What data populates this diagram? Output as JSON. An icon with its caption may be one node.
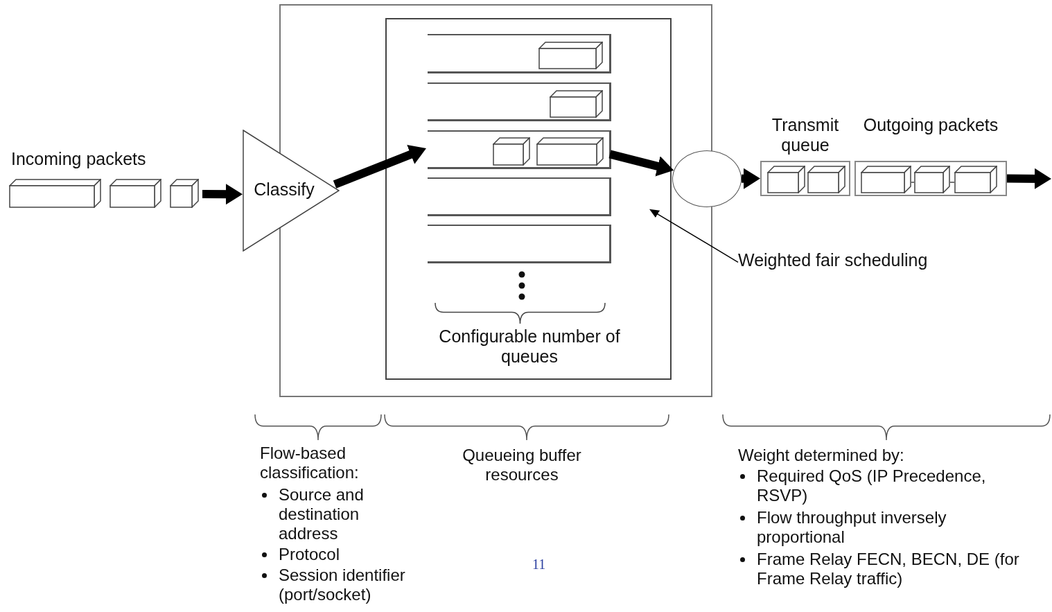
{
  "diagram": {
    "nodes": [
      {
        "text": [],
        "shape": "box"
      },
      {
        "text": [
          "Configurable number of queues"
        ],
        "in": 0
      },
      {
        "text": [
          "Incoming packets"
        ]
      },
      {
        "text": [
          "Classify"
        ]
      },
      {
        "text": [],
        "shape": "box",
        "in": 1
      },
      {
        "text": [],
        "shape": "box",
        "in": 1
      },
      {
        "text": [],
        "shape": "box",
        "in": 1
      },
      {
        "text": [],
        "shape": "box",
        "in": 1
      },
      {
        "text": [],
        "shape": "box",
        "in": 1
      },
      {
        "text": [],
        "shape": "circle"
      },
      {
        "text": [
          "Transmit queue"
        ]
      },
      {
        "text": [
          "Outgoing packets"
        ]
      },
      {
        "text": [
          "Weighted fair scheduling"
        ]
      }
    ],
    "edges": [
      {
        "from": 2,
        "to": 3,
        "arrow": "to"
      },
      {
        "from": 3,
        "to": 6,
        "arrow": "to"
      },
      {
        "from": 6,
        "to": 9,
        "arrow": "to"
      },
      {
        "from": 9,
        "to": 10,
        "arrow": "to"
      },
      {
        "from": 11,
        "to": null,
        "arrow": "to"
      },
      {
        "from": 12,
        "to": 1,
        "arrow": "to"
      }
    ],
    "labels": [
      "Flow-based classification:",
      "Source and destination address",
      "Protocol",
      "Session identifier (port/socket)",
      "Queueing buffer resources",
      "Weight determined by:",
      "Required QoS (IP Precedence, RSVP)",
      "Flow throughput inversely proportional",
      "Frame Relay FECN, BECN, DE (for Frame Relay traffic)",
      "11"
    ]
  }
}
